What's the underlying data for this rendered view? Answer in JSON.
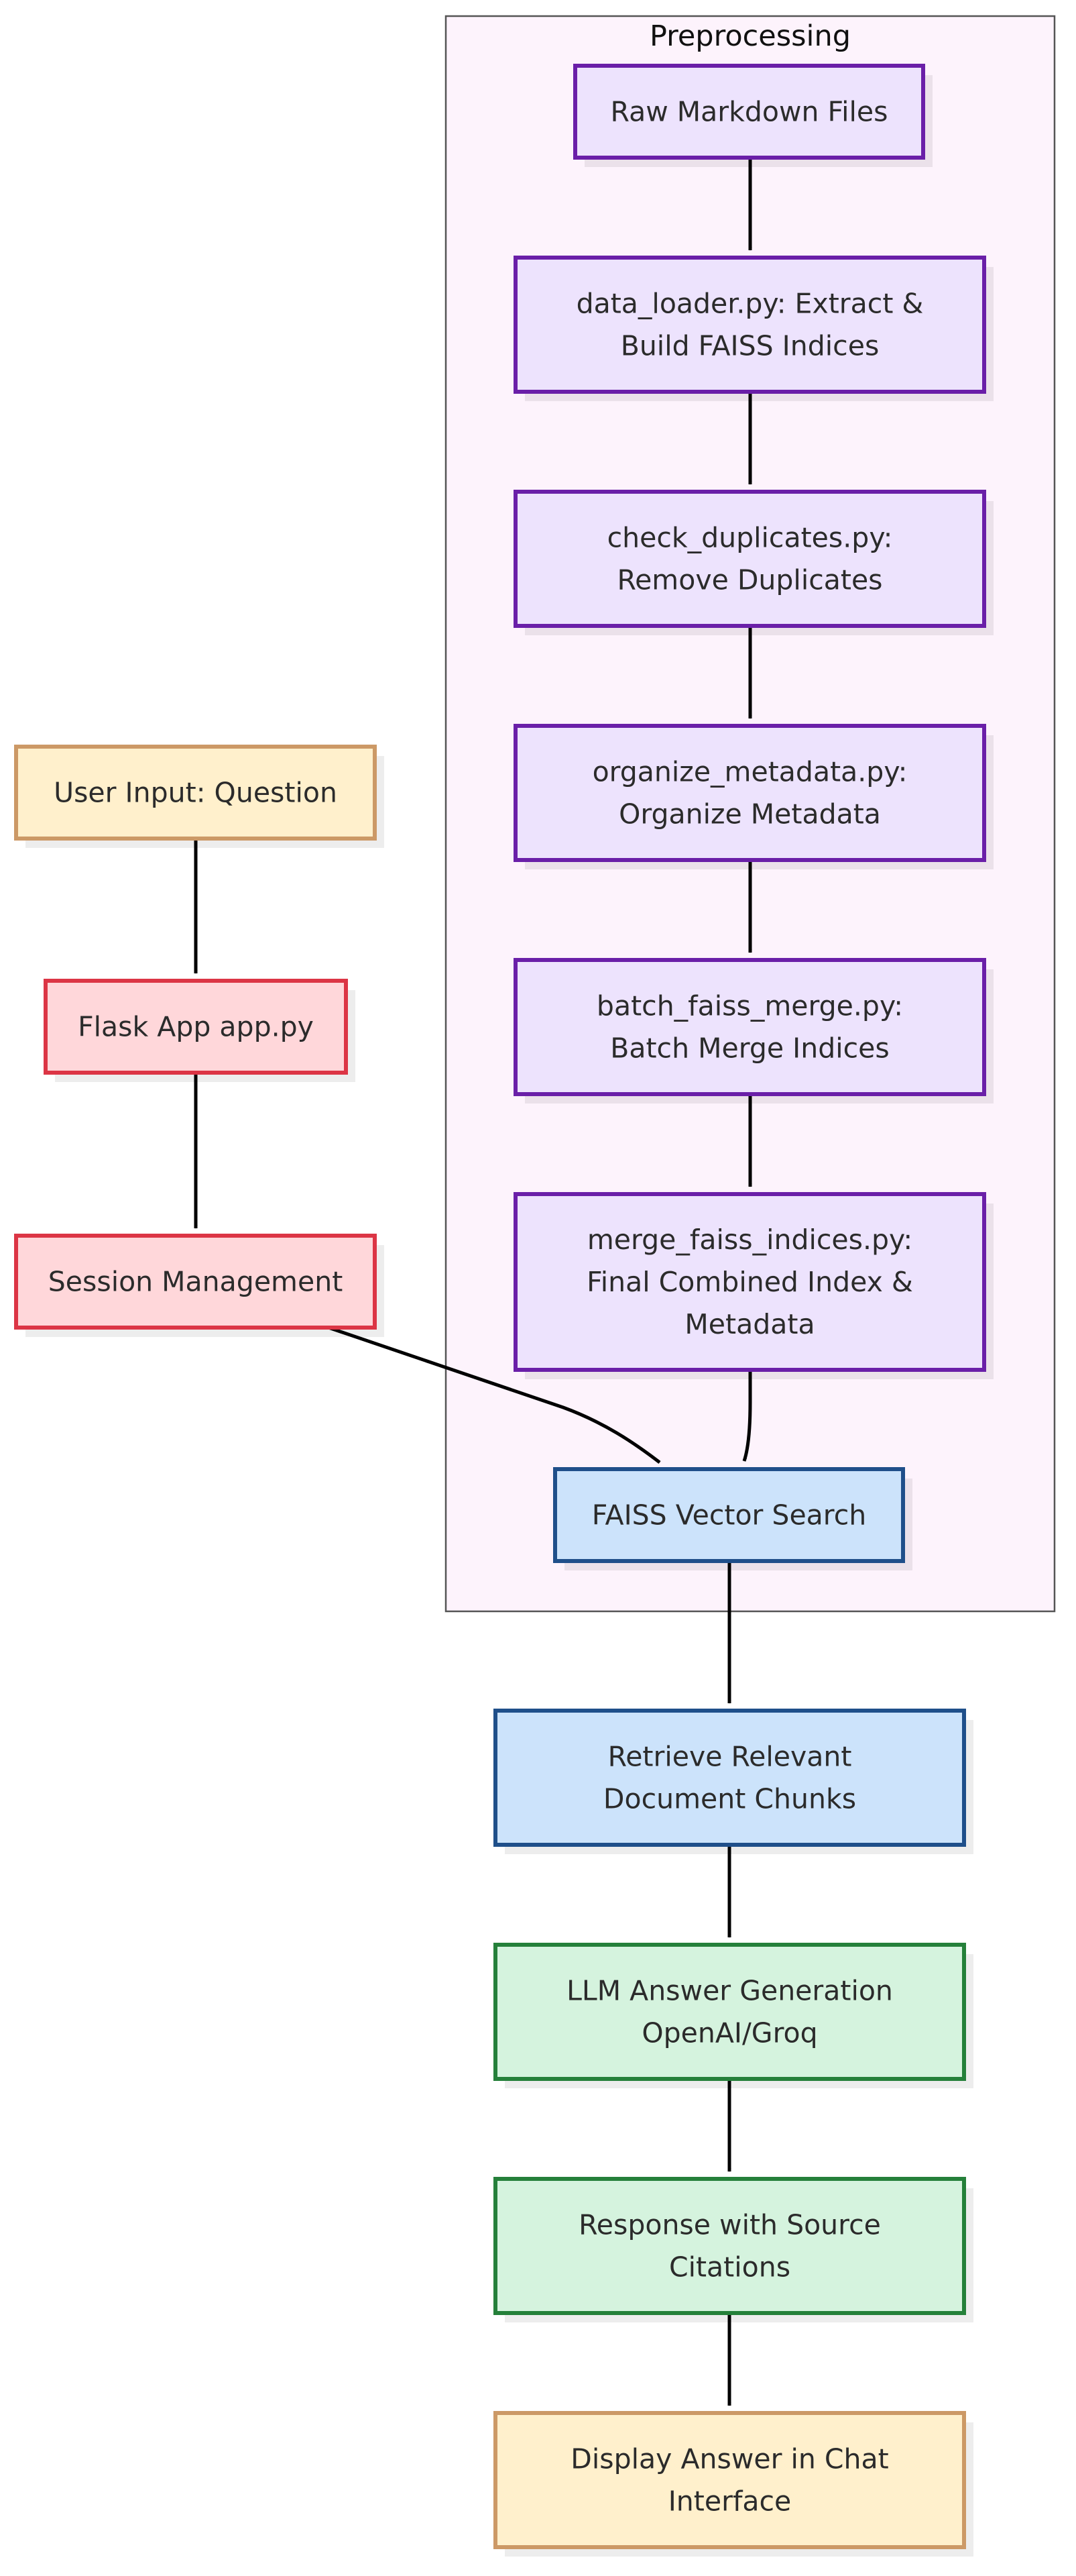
{
  "cluster": {
    "title": "Preprocessing"
  },
  "nodes": {
    "raw_markdown": {
      "lines": [
        "Raw Markdown Files"
      ],
      "style": "purple"
    },
    "data_loader": {
      "lines": [
        "data_loader.py: Extract &",
        "Build FAISS Indices"
      ],
      "style": "purple"
    },
    "check_duplicates": {
      "lines": [
        "check_duplicates.py:",
        "Remove Duplicates"
      ],
      "style": "purple"
    },
    "organize_metadata": {
      "lines": [
        "organize_metadata.py:",
        "Organize Metadata"
      ],
      "style": "purple"
    },
    "batch_merge": {
      "lines": [
        "batch_faiss_merge.py:",
        "Batch Merge Indices"
      ],
      "style": "purple"
    },
    "merge_indices": {
      "lines": [
        "merge_faiss_indices.py:",
        "Final Combined Index &",
        "Metadata"
      ],
      "style": "purple"
    },
    "faiss_search": {
      "lines": [
        "FAISS Vector Search"
      ],
      "style": "blue"
    },
    "user_input": {
      "lines": [
        "User Input: Question"
      ],
      "style": "yellow"
    },
    "flask_app": {
      "lines": [
        "Flask App app.py"
      ],
      "style": "red"
    },
    "session": {
      "lines": [
        "Session Management"
      ],
      "style": "red"
    },
    "retrieve": {
      "lines": [
        "Retrieve Relevant",
        "Document Chunks"
      ],
      "style": "blue"
    },
    "llm": {
      "lines": [
        "LLM Answer Generation",
        "OpenAI/Groq"
      ],
      "style": "green"
    },
    "response": {
      "lines": [
        "Response with Source",
        "Citations"
      ],
      "style": "green"
    },
    "display": {
      "lines": [
        "Display Answer in Chat",
        "Interface"
      ],
      "style": "yellow"
    }
  },
  "edges": [
    {
      "from": "raw_markdown",
      "to": "data_loader"
    },
    {
      "from": "data_loader",
      "to": "check_duplicates"
    },
    {
      "from": "check_duplicates",
      "to": "organize_metadata"
    },
    {
      "from": "organize_metadata",
      "to": "batch_merge"
    },
    {
      "from": "batch_merge",
      "to": "merge_indices"
    },
    {
      "from": "merge_indices",
      "to": "faiss_search"
    },
    {
      "from": "user_input",
      "to": "flask_app"
    },
    {
      "from": "flask_app",
      "to": "session"
    },
    {
      "from": "session",
      "to": "faiss_search"
    },
    {
      "from": "faiss_search",
      "to": "retrieve"
    },
    {
      "from": "retrieve",
      "to": "llm"
    },
    {
      "from": "llm",
      "to": "response"
    },
    {
      "from": "response",
      "to": "display"
    }
  ],
  "colors": {
    "purple": {
      "fill": "#ede3fd",
      "stroke": "#6a1fa8"
    },
    "blue": {
      "fill": "#cce3fb",
      "stroke": "#1f4f8a"
    },
    "green": {
      "fill": "#d5f3de",
      "stroke": "#25803a"
    },
    "yellow": {
      "fill": "#fff0cc",
      "stroke": "#cc9966"
    },
    "red": {
      "fill": "#ffd7da",
      "stroke": "#dc3545"
    },
    "cluster_fill": "#fdf3fc",
    "cluster_stroke": "#555555",
    "edge": "#000000"
  }
}
